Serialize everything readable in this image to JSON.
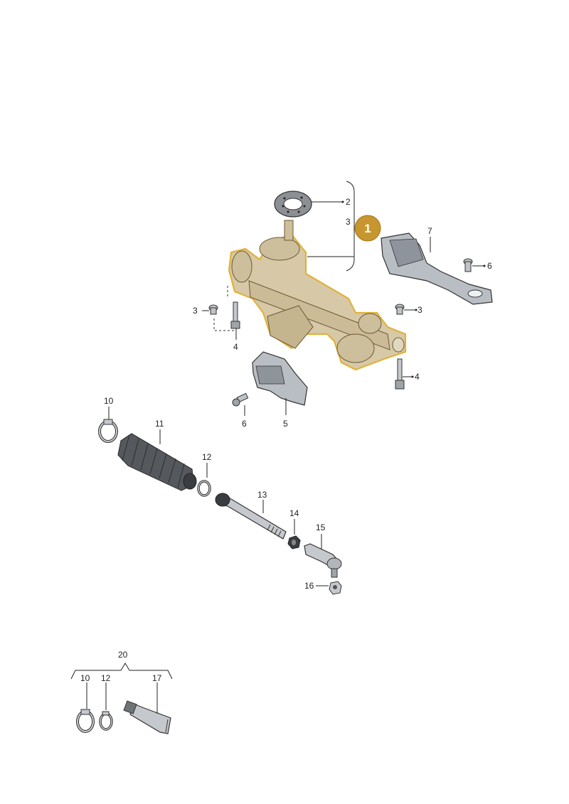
{
  "callouts": {
    "c2": "2",
    "c3a": "3",
    "c3b": "3",
    "c3c": "3",
    "c4a": "4",
    "c4b": "4",
    "c5": "5",
    "c6a": "6",
    "c6b": "6",
    "c7": "7",
    "c10a": "10",
    "c11": "11",
    "c12a": "12",
    "c13": "13",
    "c14": "14",
    "c15": "15",
    "c16": "16",
    "c20": "20",
    "c10b": "10",
    "c12b": "12",
    "c17": "17"
  },
  "badge": {
    "label": "1",
    "color": "#c8962e"
  },
  "colors": {
    "highlight": "#e0b23a",
    "part_fill": "#d7c9a7",
    "grey_part": "#b9bec4",
    "dark": "#3a3d40"
  }
}
